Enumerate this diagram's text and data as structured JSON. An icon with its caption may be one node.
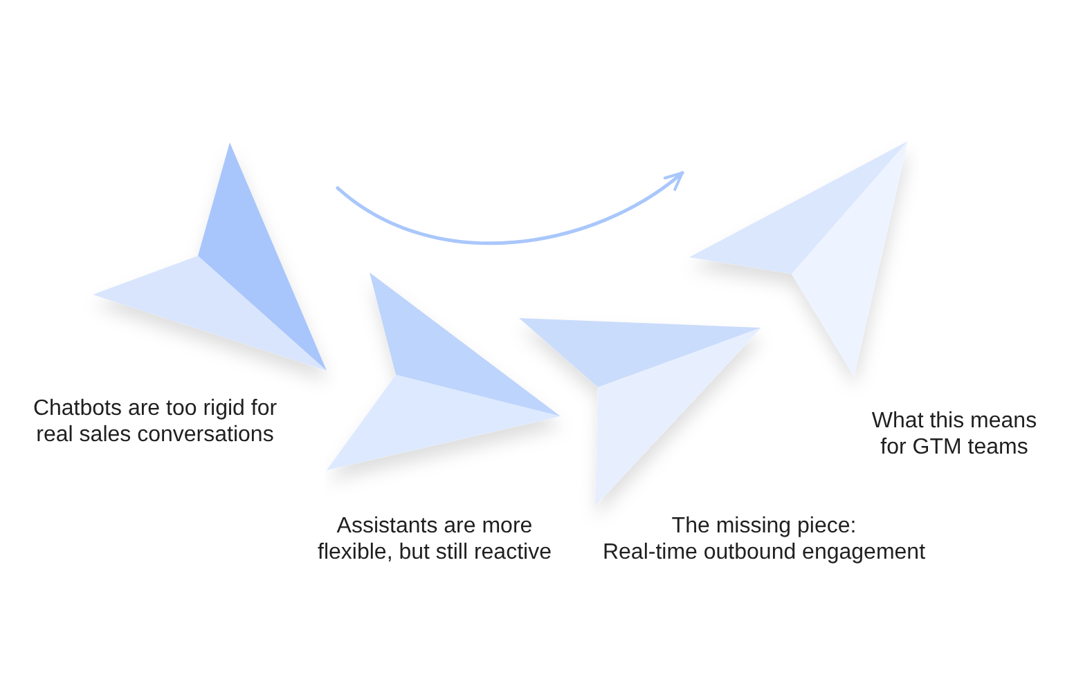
{
  "diagram": {
    "nodes": [
      {
        "text": [],
        "shape": "picture",
        "beside": [
          "Chatbots are too rigid for real sales conversations"
        ]
      },
      {
        "text": [],
        "shape": "picture",
        "beside": [
          "Assistants are more flexible, but still reactive"
        ]
      },
      {
        "text": [],
        "shape": "picture",
        "beside": [
          "The missing piece:",
          "Real-time outbound engagement"
        ]
      },
      {
        "text": [],
        "shape": "picture",
        "beside": [
          "What this means for GTM teams"
        ]
      }
    ],
    "edges": [
      {
        "from": 0,
        "to": 3,
        "arrow": "to"
      }
    ]
  }
}
